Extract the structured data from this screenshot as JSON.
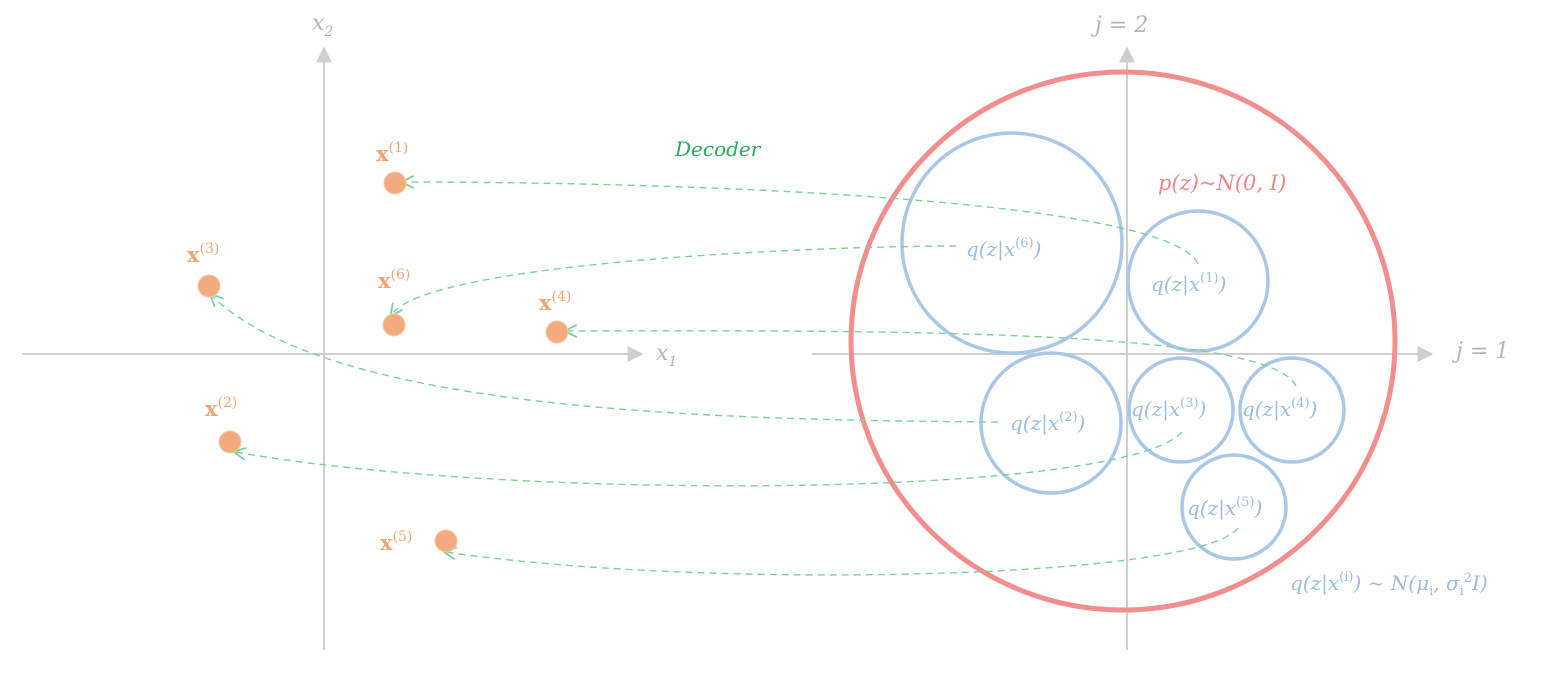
{
  "left_axes": {
    "x_label": "x",
    "x_sub": "1",
    "y_label": "x",
    "y_sub": "2"
  },
  "right_axes": {
    "x_label": "j = 1",
    "y_label": "j = 2"
  },
  "decoder_label": "Decoder",
  "points": [
    {
      "base": "x",
      "sup": "(1)"
    },
    {
      "base": "x",
      "sup": "(2)"
    },
    {
      "base": "x",
      "sup": "(3)"
    },
    {
      "base": "x",
      "sup": "(4)"
    },
    {
      "base": "x",
      "sup": "(5)"
    },
    {
      "base": "x",
      "sup": "(6)"
    }
  ],
  "posteriors": [
    {
      "prefix": "q(z|x",
      "sup": "(1)",
      "suffix": ")"
    },
    {
      "prefix": "q(z|x",
      "sup": "(2)",
      "suffix": ")"
    },
    {
      "prefix": "q(z|x",
      "sup": "(3)",
      "suffix": ")"
    },
    {
      "prefix": "q(z|x",
      "sup": "(4)",
      "suffix": ")"
    },
    {
      "prefix": "q(z|x",
      "sup": "(5)",
      "suffix": ")"
    },
    {
      "prefix": "q(z|x",
      "sup": "(6)",
      "suffix": ")"
    }
  ],
  "prior_label": "p(z)~N(0, I)",
  "posterior_note": {
    "prefix": "q(z|x",
    "sup": "(i)",
    "suffix": ") ~ N(μ",
    "mu_sub": "i",
    "mid": ", σ",
    "sigma_sub": "i",
    "sigma_sup": "2",
    "end": "I)"
  },
  "colors": {
    "point": "#f3ab7d",
    "prior": "#f28e8e",
    "posterior": "#a9c8e7",
    "decoder_arrow": "#7fd19c",
    "axis": "#cfcfcf"
  }
}
